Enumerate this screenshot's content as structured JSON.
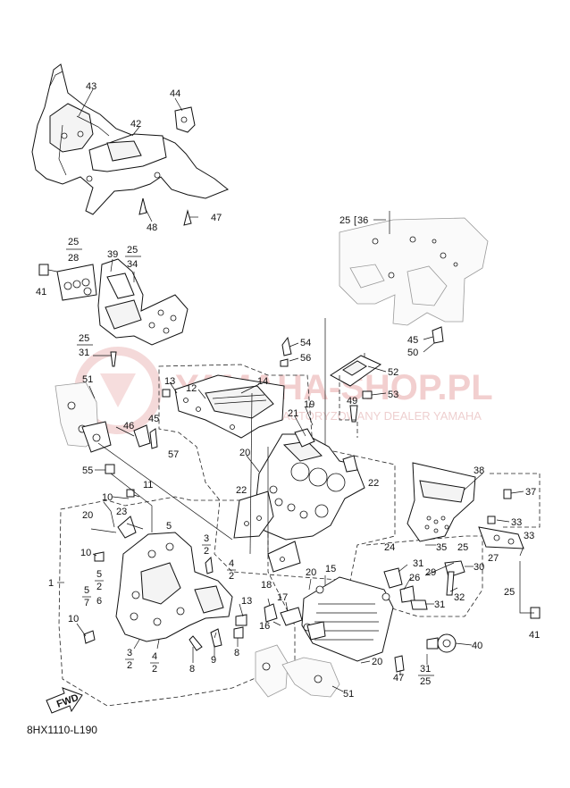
{
  "diagram_code": "8HX1110-L190",
  "fwd_label": "FWD",
  "watermark": {
    "main": "YAMAHA-SHOP.PL",
    "sub": "AUTORYZOWANY DEALER YAMAHA",
    "color": "#e9a8a8"
  },
  "callouts": [
    {
      "id": "c43",
      "text": "43"
    },
    {
      "id": "c44",
      "text": "44"
    },
    {
      "id": "c42",
      "text": "42"
    },
    {
      "id": "c48",
      "text": "48"
    },
    {
      "id": "c47a",
      "text": "47"
    },
    {
      "id": "c41a",
      "text": "41"
    },
    {
      "id": "c39",
      "text": "39"
    },
    {
      "id": "c25a",
      "text": "25"
    },
    {
      "id": "c28",
      "text": "28"
    },
    {
      "id": "c25b",
      "text": "25"
    },
    {
      "id": "c34",
      "text": "34"
    },
    {
      "id": "c25c",
      "text": "25"
    },
    {
      "id": "c31a",
      "text": "31"
    },
    {
      "id": "c25d",
      "text": "25"
    },
    {
      "id": "c36",
      "text": "36"
    },
    {
      "id": "c54",
      "text": "54"
    },
    {
      "id": "c56",
      "text": "56"
    },
    {
      "id": "c52",
      "text": "52"
    },
    {
      "id": "c53",
      "text": "53"
    },
    {
      "id": "c45a",
      "text": "45"
    },
    {
      "id": "c50",
      "text": "50"
    },
    {
      "id": "c13a",
      "text": "13"
    },
    {
      "id": "c12",
      "text": "12"
    },
    {
      "id": "c14",
      "text": "14"
    },
    {
      "id": "c51a",
      "text": "51"
    },
    {
      "id": "c19",
      "text": "19"
    },
    {
      "id": "c21",
      "text": "21"
    },
    {
      "id": "c49",
      "text": "49"
    },
    {
      "id": "c46",
      "text": "46"
    },
    {
      "id": "c45b",
      "text": "45"
    },
    {
      "id": "c57",
      "text": "57"
    },
    {
      "id": "c20a",
      "text": "20"
    },
    {
      "id": "c55",
      "text": "55"
    },
    {
      "id": "c11",
      "text": "11"
    },
    {
      "id": "c10a",
      "text": "10"
    },
    {
      "id": "c22a",
      "text": "22"
    },
    {
      "id": "c22b",
      "text": "22"
    },
    {
      "id": "c38",
      "text": "38"
    },
    {
      "id": "c37",
      "text": "37"
    },
    {
      "id": "c20b",
      "text": "20"
    },
    {
      "id": "c23",
      "text": "23"
    },
    {
      "id": "c3a",
      "text": "3"
    },
    {
      "id": "c2a",
      "text": "2"
    },
    {
      "id": "c5a",
      "text": "5"
    },
    {
      "id": "c10b",
      "text": "10"
    },
    {
      "id": "c33a",
      "text": "33"
    },
    {
      "id": "c33b",
      "text": "33"
    },
    {
      "id": "c35",
      "text": "35"
    },
    {
      "id": "c25e",
      "text": "25"
    },
    {
      "id": "c24",
      "text": "24"
    },
    {
      "id": "c27",
      "text": "27"
    },
    {
      "id": "c1",
      "text": "1"
    },
    {
      "id": "c5b",
      "text": "5"
    },
    {
      "id": "c2b",
      "text": "2"
    },
    {
      "id": "c6",
      "text": "6"
    },
    {
      "id": "c4a",
      "text": "4"
    },
    {
      "id": "c2c",
      "text": "2"
    },
    {
      "id": "c5c",
      "text": "5"
    },
    {
      "id": "c7",
      "text": "7"
    },
    {
      "id": "c31b",
      "text": "31"
    },
    {
      "id": "c29",
      "text": "29"
    },
    {
      "id": "c30",
      "text": "30"
    },
    {
      "id": "c26",
      "text": "26"
    },
    {
      "id": "c32",
      "text": "32"
    },
    {
      "id": "c20c",
      "text": "20"
    },
    {
      "id": "c15",
      "text": "15"
    },
    {
      "id": "c18",
      "text": "18"
    },
    {
      "id": "c17",
      "text": "17"
    },
    {
      "id": "c16",
      "text": "16"
    },
    {
      "id": "c13b",
      "text": "13"
    },
    {
      "id": "c25f",
      "text": "25"
    },
    {
      "id": "c31c",
      "text": "31"
    },
    {
      "id": "c10c",
      "text": "10"
    },
    {
      "id": "c9",
      "text": "9"
    },
    {
      "id": "c8a",
      "text": "8"
    },
    {
      "id": "c8b",
      "text": "8"
    },
    {
      "id": "c3b",
      "text": "3"
    },
    {
      "id": "c2d",
      "text": "2"
    },
    {
      "id": "c4b",
      "text": "4"
    },
    {
      "id": "c2e",
      "text": "2"
    },
    {
      "id": "c40",
      "text": "40"
    },
    {
      "id": "c41b",
      "text": "41"
    },
    {
      "id": "c20d",
      "text": "20"
    },
    {
      "id": "c47b",
      "text": "47"
    },
    {
      "id": "c31d",
      "text": "31"
    },
    {
      "id": "c25g",
      "text": "25"
    },
    {
      "id": "c51b",
      "text": "51"
    }
  ]
}
